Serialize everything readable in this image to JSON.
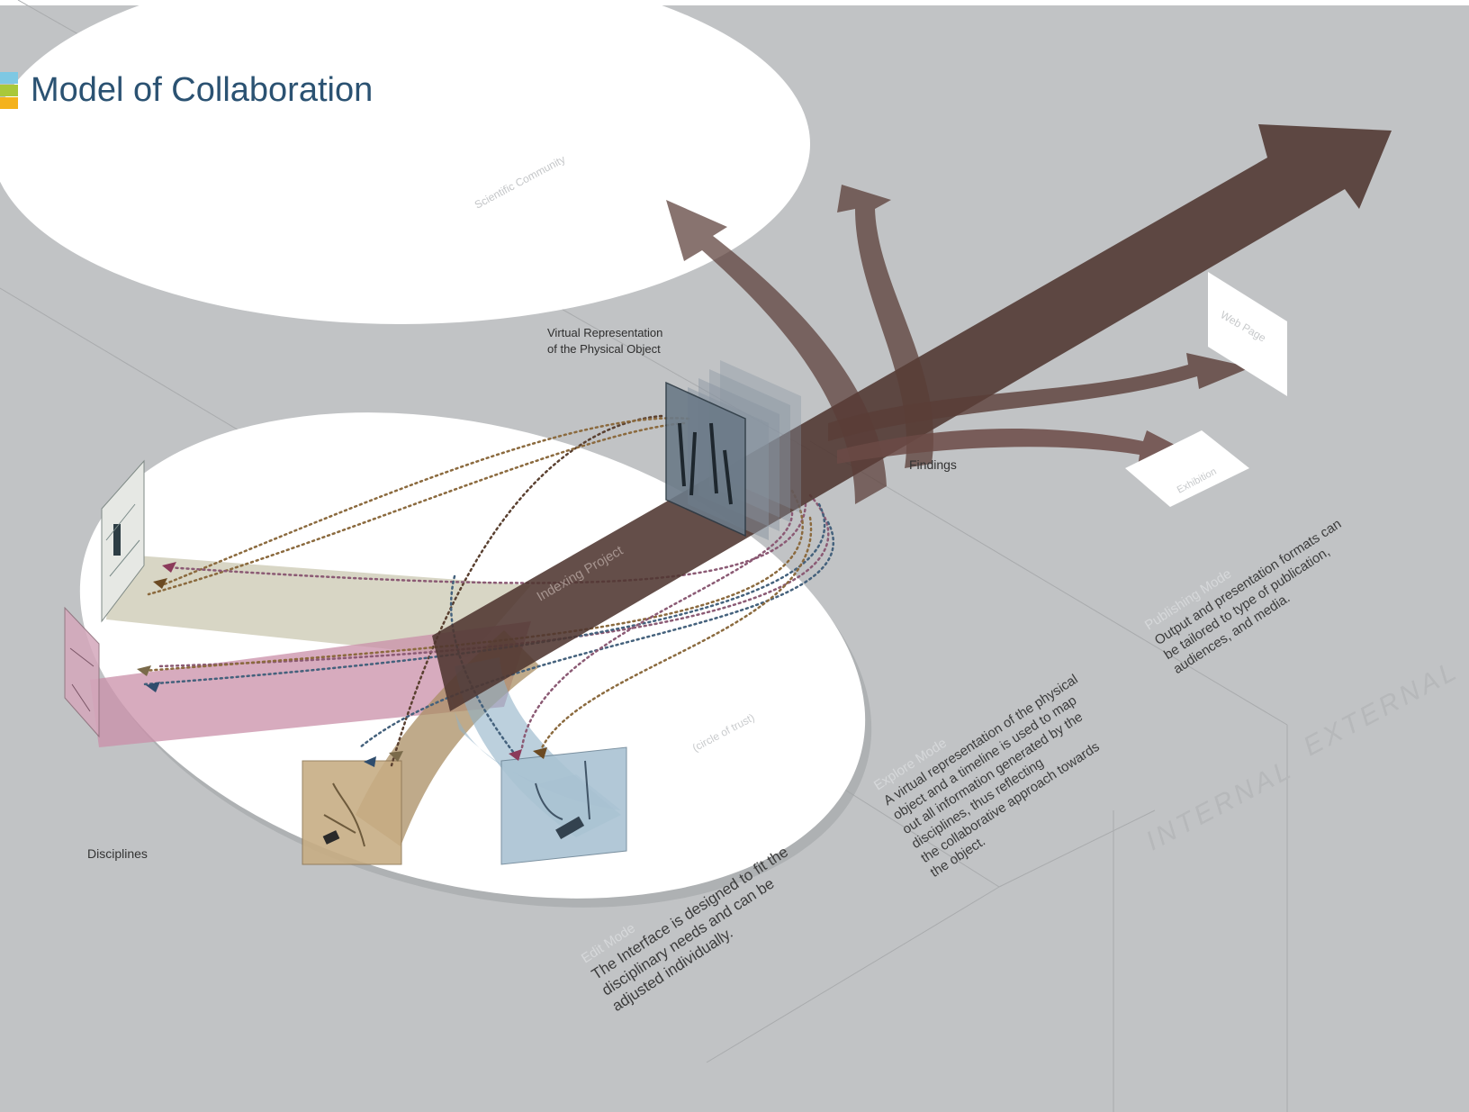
{
  "title": "Model of Collaboration",
  "colors": {
    "background": "#c1c3c5",
    "title": "#2b5272",
    "logo_blue": "#7ec8e3",
    "logo_green": "#a9c83a",
    "logo_orange": "#f4b21c",
    "main_arrow": "#5a3d37",
    "discipline_beige": "#d9d6c2",
    "discipline_pink": "#c98fa8",
    "discipline_tan": "#a98d63",
    "discipline_blue": "#8fb1c7"
  },
  "labels": {
    "scientific_community": "Scientific Community",
    "virtual_rep_line1": "Virtual Representation",
    "virtual_rep_line2": "of the Physical Object",
    "indexing_project": "Indexing Project",
    "findings": "Findings",
    "web_page": "Web Page",
    "exhibition": "Exhibition",
    "circle_of_trust": "(circle of trust)",
    "disciplines": "Disciplines",
    "internal": "INTERNAL",
    "external": "EXTERNAL"
  },
  "modes": {
    "edit": {
      "title": "Edit Mode",
      "lines": [
        "The Interface is designed to fit the",
        "disciplinary needs and can be",
        "adjusted individually."
      ]
    },
    "explore": {
      "title": "Explore Mode",
      "lines": [
        "A virtual representation of the physical",
        "object and a timeline is used to map",
        "out all information generated by the",
        "disciplines, thus reflecting",
        "the collaborative approach towards",
        "the object."
      ]
    },
    "publishing": {
      "title": "Publishing Mode",
      "lines": [
        "Output and presentation formats can",
        "be tailored to type of publication,",
        "audiences, and media."
      ]
    }
  }
}
